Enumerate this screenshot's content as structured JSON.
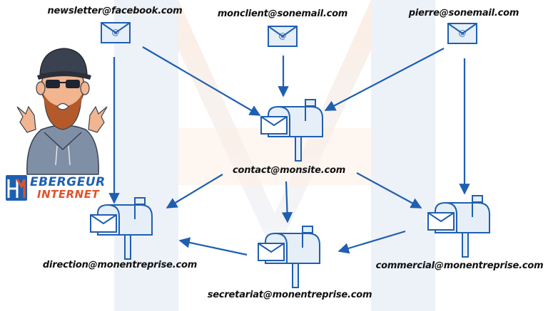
{
  "senders": [
    {
      "email": "newsletter@facebook.com"
    },
    {
      "email": "monclient@sonemail.com"
    },
    {
      "email": "pierre@sonemail.com"
    }
  ],
  "hub": {
    "email": "contact@monsite.com"
  },
  "recipients": [
    {
      "email": "direction@monentreprise.com"
    },
    {
      "email": "secretariat@monentreprise.com"
    },
    {
      "email": "commercial@monentreprise.com"
    }
  ],
  "brand": {
    "line1": "EBERGEUR",
    "line2": "INTERNET",
    "icon": "ho-monogram-icon"
  },
  "colors": {
    "accent": "#1f5fb0",
    "icon_fill": "#e6eef8",
    "watermark": "#f6c7a4",
    "brand_orange": "#e0532b"
  }
}
